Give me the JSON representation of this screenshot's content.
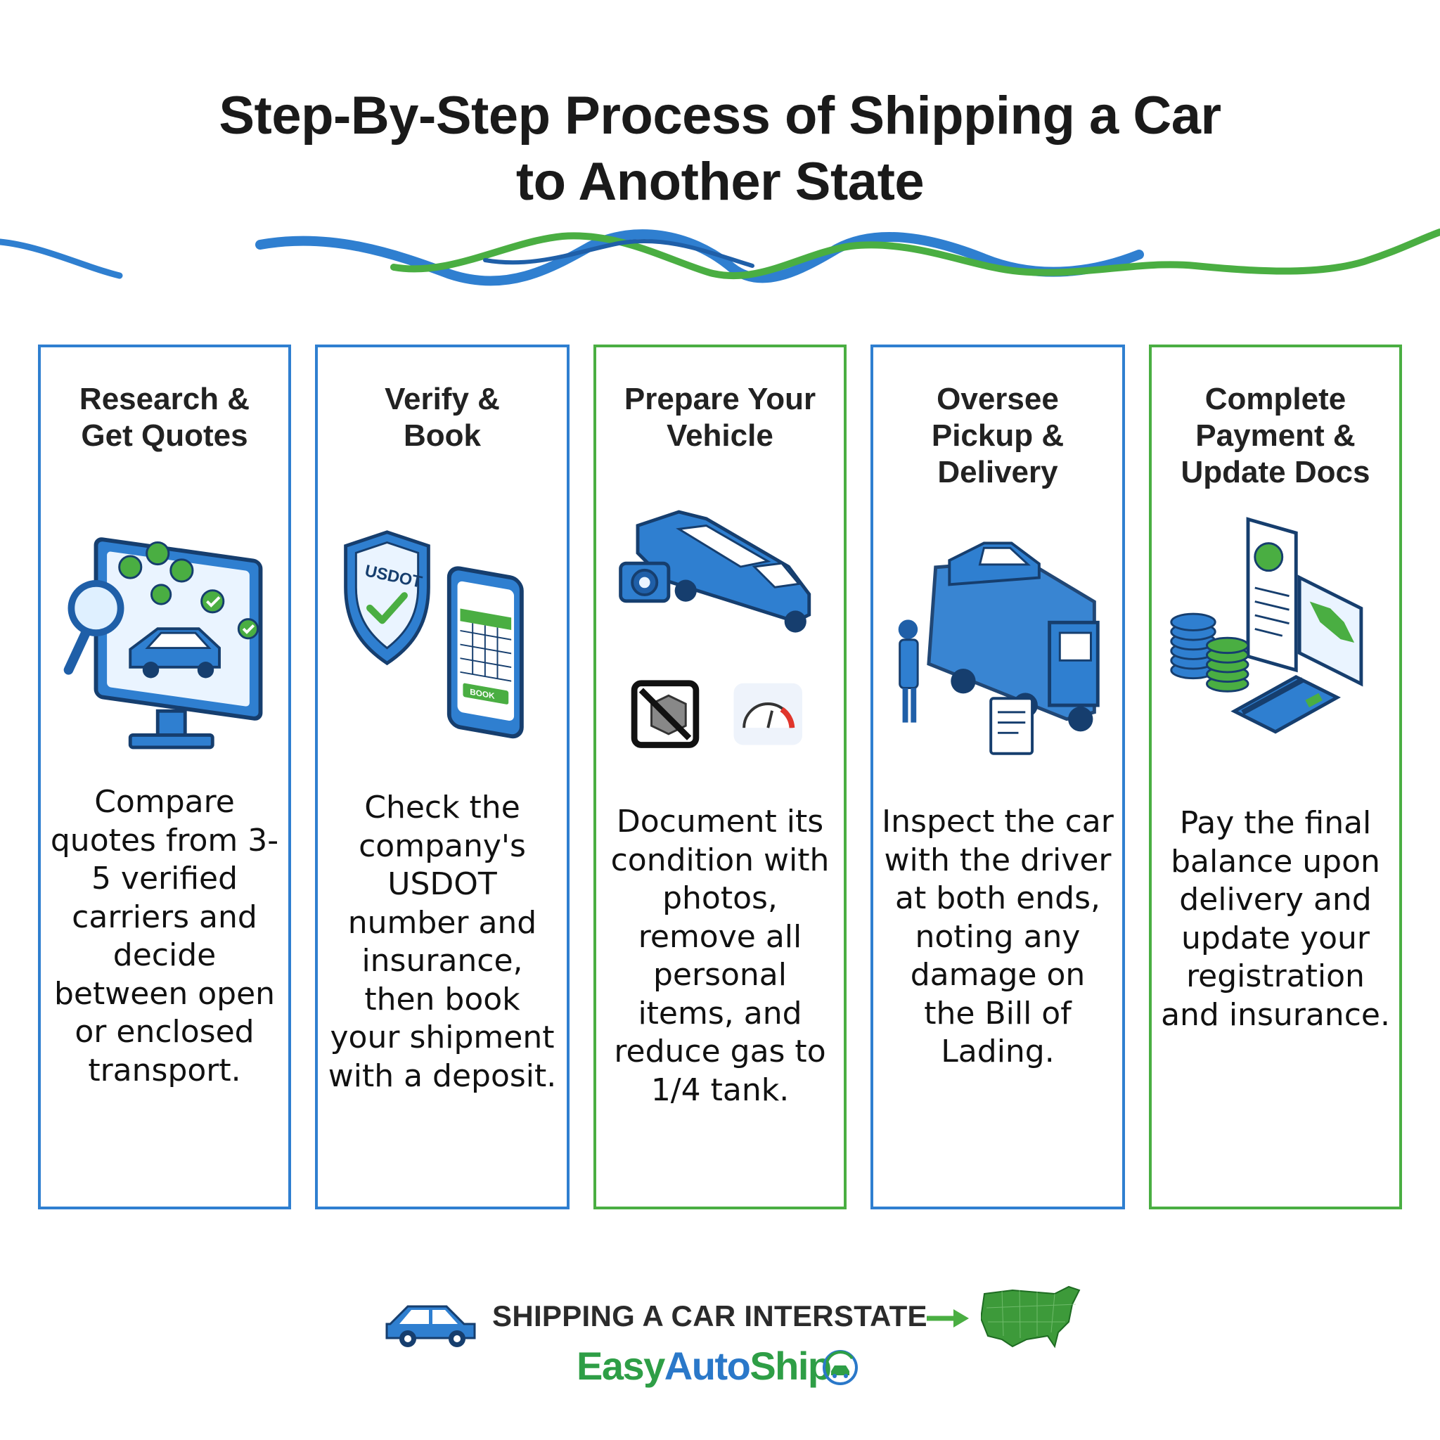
{
  "title": {
    "line1": "Step-By-Step Process of Shipping a Car",
    "line2": "to Another State"
  },
  "colors": {
    "blue": "#2f7fd0",
    "green": "#4aae42",
    "text": "#1a1a1a"
  },
  "steps": [
    {
      "heading": [
        "Research &",
        "Get Quotes"
      ],
      "description": "Compare quotes from 3-5 verified carriers and decide between open or enclosed transport.",
      "border_color": "blue",
      "icon": "computer-quotes-icon"
    },
    {
      "heading": [
        "Verify &",
        "Book"
      ],
      "description": "Check the company's USDOT number and insurance, then book your shipment with a deposit.",
      "border_color": "blue",
      "icon": "usdot-shield-phone-icon",
      "shield_text": "USDOT",
      "phone_button_text": "BOOK"
    },
    {
      "heading": [
        "Prepare Your",
        "Vehicle"
      ],
      "description": "Document its condition with photos, remove all personal items, and reduce gas to 1/4 tank.",
      "border_color": "green",
      "icon": "car-camera-icon"
    },
    {
      "heading": [
        "Oversee",
        "Pickup &",
        "Delivery"
      ],
      "description": "Inspect the car with the driver at both ends, noting any damage on the Bill of Lading.",
      "border_color": "blue",
      "icon": "car-carrier-truck-icon"
    },
    {
      "heading": [
        "Complete",
        "Payment &",
        "Update Docs"
      ],
      "description": "Pay the final balance upon delivery and update your registration and insurance.",
      "border_color": "green",
      "icon": "payment-documents-icon"
    }
  ],
  "footer": {
    "tagline": "SHIPPING A CAR INTERSTATE",
    "brand_part1": "Easy",
    "brand_part2": "Auto",
    "brand_part3": "Ship"
  }
}
